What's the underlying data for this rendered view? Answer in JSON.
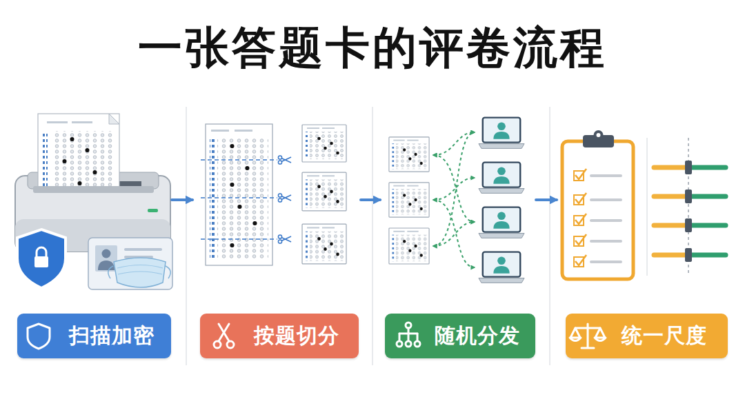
{
  "diagram": {
    "title": "一张答题卡的评卷流程",
    "nodes": [
      {
        "text": [
          "扫描加密"
        ]
      },
      {
        "text": [
          "按题切分"
        ]
      },
      {
        "text": [
          "随机分发"
        ]
      },
      {
        "text": [
          "统一尺度"
        ]
      }
    ],
    "edges": [
      {
        "from": 0,
        "to": 1,
        "arrow": "to"
      },
      {
        "from": 1,
        "to": 2,
        "arrow": "to"
      },
      {
        "from": 2,
        "to": 3,
        "arrow": "to"
      }
    ]
  }
}
